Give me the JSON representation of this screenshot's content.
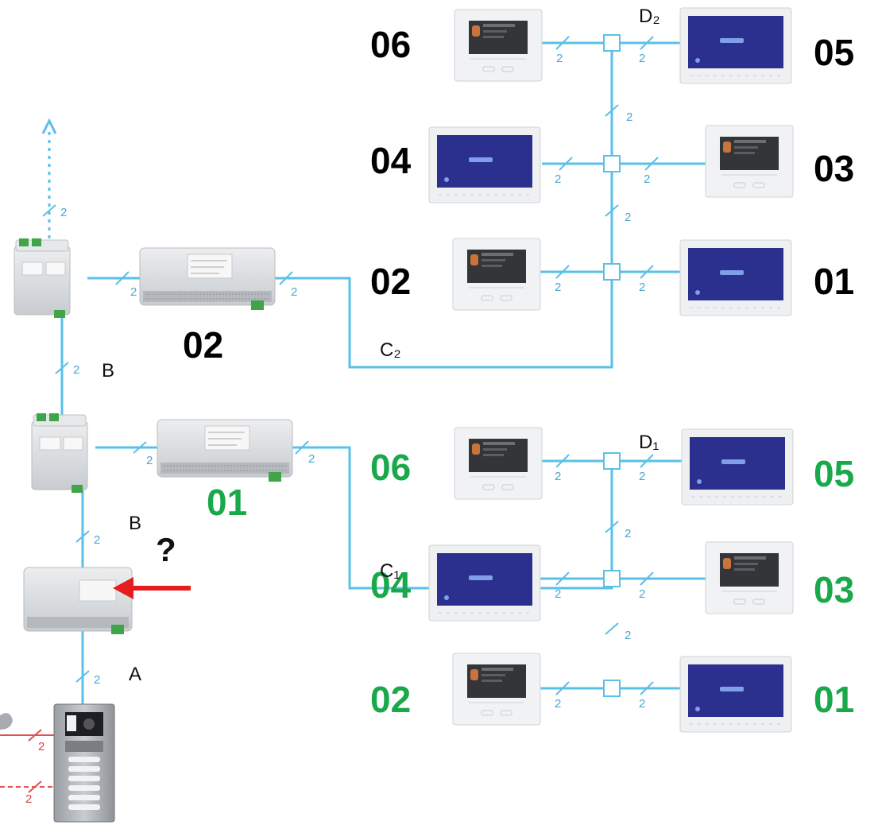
{
  "colors": {
    "wire": "#5bc0e8",
    "wire_riser": "#6fc4e8",
    "extra_wire": "#e05050",
    "monitor_bezel": "#f0f1f3",
    "screen_dark": "#2b2f8e",
    "screen_grey": "#3a3a3a",
    "module_body": "#d9dcdf",
    "connector": "#3fa548",
    "label_black": "#000000",
    "label_green": "#19a84a",
    "arrow": "#e41e1e"
  },
  "wire_count": "2",
  "riser_wire_count": "2",
  "supply_labels": {
    "a": "A",
    "b_lower": "B",
    "b_upper": "B"
  },
  "distributor_labels": {
    "upper": "02",
    "lower": "01"
  },
  "trunk_labels": {
    "c_upper": "C₂",
    "c_lower": "C₁",
    "d_upper": "D₂",
    "d_lower": "D₁"
  },
  "monitors_upper": {
    "m06": "06",
    "m05": "05",
    "m04": "04",
    "m03": "03",
    "m02": "02",
    "m01": "01"
  },
  "monitors_lower": {
    "m06": "06",
    "m05": "05",
    "m04": "04",
    "m03": "03",
    "m02": "02",
    "m01": "01"
  },
  "question_mark": "?"
}
